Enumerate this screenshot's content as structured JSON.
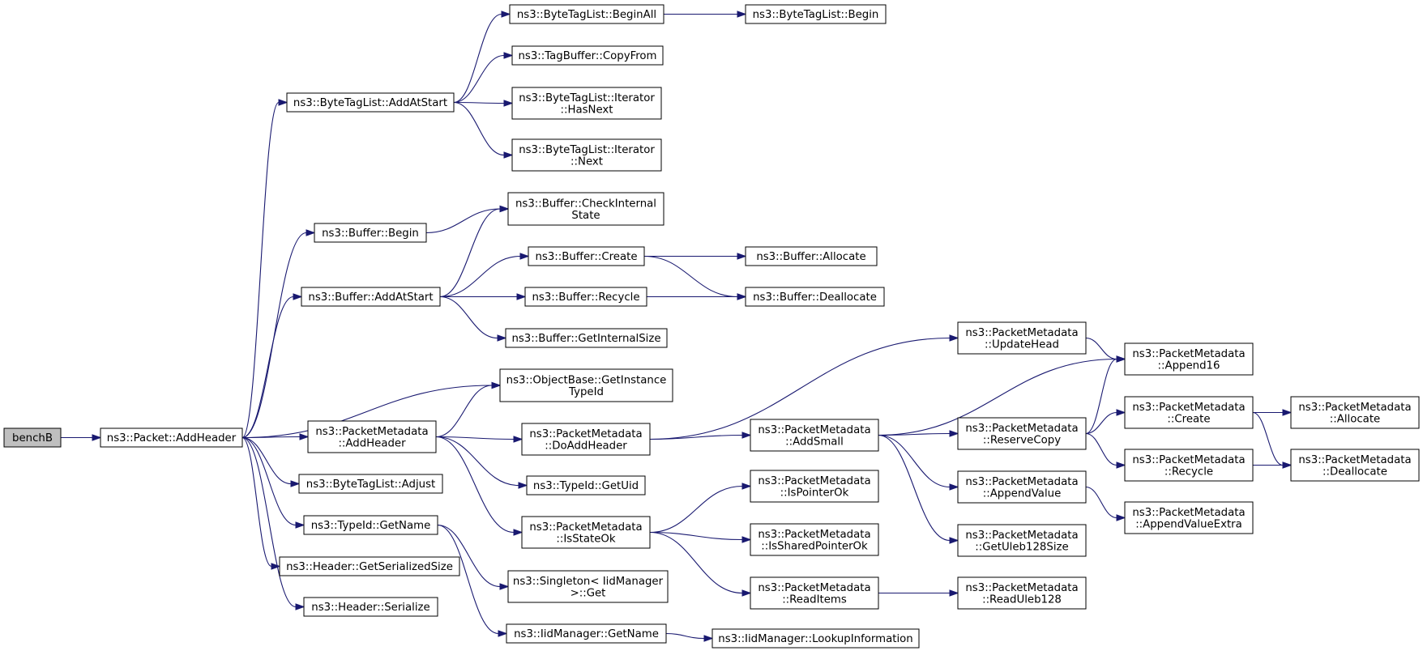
{
  "graph": {
    "colors": {
      "edge": "#191970",
      "node_fill": "#ffffff",
      "root_fill": "#bfbfbf",
      "border": "#000000"
    },
    "nodes": [
      {
        "id": "benchB",
        "lines": [
          "benchB"
        ],
        "root": true
      },
      {
        "id": "packet_addheader",
        "lines": [
          "ns3::Packet::AddHeader"
        ]
      },
      {
        "id": "btl_addatstart",
        "lines": [
          "ns3::ByteTagList::AddAtStart"
        ]
      },
      {
        "id": "btl_beginall",
        "lines": [
          "ns3::ByteTagList::BeginAll"
        ]
      },
      {
        "id": "btl_begin",
        "lines": [
          "ns3::ByteTagList::Begin"
        ]
      },
      {
        "id": "tagbuffer_copyfrom",
        "lines": [
          "ns3::TagBuffer::CopyFrom"
        ]
      },
      {
        "id": "btl_iter_hasnext",
        "lines": [
          "ns3::ByteTagList::Iterator",
          "::HasNext"
        ]
      },
      {
        "id": "btl_iter_next",
        "lines": [
          "ns3::ByteTagList::Iterator",
          "::Next"
        ]
      },
      {
        "id": "buffer_begin",
        "lines": [
          "ns3::Buffer::Begin"
        ]
      },
      {
        "id": "buffer_checkinternal",
        "lines": [
          "ns3::Buffer::CheckInternal",
          "State"
        ]
      },
      {
        "id": "buffer_addatstart",
        "lines": [
          "ns3::Buffer::AddAtStart"
        ]
      },
      {
        "id": "buffer_create",
        "lines": [
          "ns3::Buffer::Create"
        ]
      },
      {
        "id": "buffer_allocate",
        "lines": [
          "ns3::Buffer::Allocate"
        ]
      },
      {
        "id": "buffer_recycle",
        "lines": [
          "ns3::Buffer::Recycle"
        ]
      },
      {
        "id": "buffer_deallocate",
        "lines": [
          "ns3::Buffer::Deallocate"
        ]
      },
      {
        "id": "buffer_getinternalsize",
        "lines": [
          "ns3::Buffer::GetInternalSize"
        ]
      },
      {
        "id": "objectbase_getinstancetypeid",
        "lines": [
          "ns3::ObjectBase::GetInstance",
          "TypeId"
        ]
      },
      {
        "id": "pm_addheader",
        "lines": [
          "ns3::PacketMetadata",
          "::AddHeader"
        ]
      },
      {
        "id": "pm_doaddheader",
        "lines": [
          "ns3::PacketMetadata",
          "::DoAddHeader"
        ]
      },
      {
        "id": "pm_updatehead",
        "lines": [
          "ns3::PacketMetadata",
          "::UpdateHead"
        ]
      },
      {
        "id": "pm_append16",
        "lines": [
          "ns3::PacketMetadata",
          "::Append16"
        ]
      },
      {
        "id": "pm_addsmall",
        "lines": [
          "ns3::PacketMetadata",
          "::AddSmall"
        ]
      },
      {
        "id": "pm_reservecopy",
        "lines": [
          "ns3::PacketMetadata",
          "::ReserveCopy"
        ]
      },
      {
        "id": "pm_create",
        "lines": [
          "ns3::PacketMetadata",
          "::Create"
        ]
      },
      {
        "id": "pm_allocate",
        "lines": [
          "ns3::PacketMetadata",
          "::Allocate"
        ]
      },
      {
        "id": "pm_recycle",
        "lines": [
          "ns3::PacketMetadata",
          "::Recycle"
        ]
      },
      {
        "id": "pm_deallocate",
        "lines": [
          "ns3::PacketMetadata",
          "::Deallocate"
        ]
      },
      {
        "id": "pm_appendvalue",
        "lines": [
          "ns3::PacketMetadata",
          "::AppendValue"
        ]
      },
      {
        "id": "pm_appendvalueextra",
        "lines": [
          "ns3::PacketMetadata",
          "::AppendValueExtra"
        ]
      },
      {
        "id": "pm_getuleb128size",
        "lines": [
          "ns3::PacketMetadata",
          "::GetUleb128Size"
        ]
      },
      {
        "id": "btl_adjust",
        "lines": [
          "ns3::ByteTagList::Adjust"
        ]
      },
      {
        "id": "typeid_getuid",
        "lines": [
          "ns3::TypeId::GetUid"
        ]
      },
      {
        "id": "typeid_getname",
        "lines": [
          "ns3::TypeId::GetName"
        ]
      },
      {
        "id": "pm_isstateok",
        "lines": [
          "ns3::PacketMetadata",
          "::IsStateOk"
        ]
      },
      {
        "id": "pm_ispointerok",
        "lines": [
          "ns3::PacketMetadata",
          "::IsPointerOk"
        ]
      },
      {
        "id": "pm_issharedpointerok",
        "lines": [
          "ns3::PacketMetadata",
          "::IsSharedPointerOk"
        ]
      },
      {
        "id": "pm_readitems",
        "lines": [
          "ns3::PacketMetadata",
          "::ReadItems"
        ]
      },
      {
        "id": "pm_readuleb128",
        "lines": [
          "ns3::PacketMetadata",
          "::ReadUleb128"
        ]
      },
      {
        "id": "header_getserializedsize",
        "lines": [
          "ns3::Header::GetSerializedSize"
        ]
      },
      {
        "id": "singleton_get",
        "lines": [
          "ns3::Singleton< IidManager",
          " >::Get"
        ]
      },
      {
        "id": "header_serialize",
        "lines": [
          "ns3::Header::Serialize"
        ]
      },
      {
        "id": "iidmanager_getname",
        "lines": [
          "ns3::IidManager::GetName"
        ]
      },
      {
        "id": "iidmanager_lookupinformation",
        "lines": [
          "ns3::IidManager::LookupInformation"
        ]
      }
    ],
    "edges": [
      [
        "benchB",
        "packet_addheader"
      ],
      [
        "packet_addheader",
        "btl_addatstart"
      ],
      [
        "packet_addheader",
        "buffer_begin"
      ],
      [
        "packet_addheader",
        "buffer_addatstart"
      ],
      [
        "packet_addheader",
        "objectbase_getinstancetypeid"
      ],
      [
        "packet_addheader",
        "pm_addheader"
      ],
      [
        "packet_addheader",
        "btl_adjust"
      ],
      [
        "packet_addheader",
        "typeid_getname"
      ],
      [
        "packet_addheader",
        "header_getserializedsize"
      ],
      [
        "packet_addheader",
        "header_serialize"
      ],
      [
        "btl_addatstart",
        "btl_beginall"
      ],
      [
        "btl_addatstart",
        "tagbuffer_copyfrom"
      ],
      [
        "btl_addatstart",
        "btl_iter_hasnext"
      ],
      [
        "btl_addatstart",
        "btl_iter_next"
      ],
      [
        "btl_beginall",
        "btl_begin"
      ],
      [
        "buffer_begin",
        "buffer_checkinternal"
      ],
      [
        "buffer_addatstart",
        "buffer_checkinternal"
      ],
      [
        "buffer_addatstart",
        "buffer_create"
      ],
      [
        "buffer_addatstart",
        "buffer_recycle"
      ],
      [
        "buffer_addatstart",
        "buffer_getinternalsize"
      ],
      [
        "buffer_create",
        "buffer_allocate"
      ],
      [
        "buffer_create",
        "buffer_deallocate"
      ],
      [
        "buffer_recycle",
        "buffer_deallocate"
      ],
      [
        "pm_addheader",
        "objectbase_getinstancetypeid"
      ],
      [
        "pm_addheader",
        "pm_doaddheader"
      ],
      [
        "pm_addheader",
        "typeid_getuid"
      ],
      [
        "pm_addheader",
        "pm_isstateok"
      ],
      [
        "pm_doaddheader",
        "pm_updatehead"
      ],
      [
        "pm_doaddheader",
        "pm_addsmall"
      ],
      [
        "pm_updatehead",
        "pm_append16"
      ],
      [
        "pm_addsmall",
        "pm_append16"
      ],
      [
        "pm_addsmall",
        "pm_reservecopy"
      ],
      [
        "pm_addsmall",
        "pm_appendvalue"
      ],
      [
        "pm_addsmall",
        "pm_getuleb128size"
      ],
      [
        "pm_reservecopy",
        "pm_append16"
      ],
      [
        "pm_reservecopy",
        "pm_create"
      ],
      [
        "pm_reservecopy",
        "pm_recycle"
      ],
      [
        "pm_create",
        "pm_allocate"
      ],
      [
        "pm_create",
        "pm_deallocate"
      ],
      [
        "pm_recycle",
        "pm_deallocate"
      ],
      [
        "pm_appendvalue",
        "pm_appendvalueextra"
      ],
      [
        "pm_isstateok",
        "pm_ispointerok"
      ],
      [
        "pm_isstateok",
        "pm_issharedpointerok"
      ],
      [
        "pm_isstateok",
        "pm_readitems"
      ],
      [
        "pm_readitems",
        "pm_readuleb128"
      ],
      [
        "typeid_getname",
        "singleton_get"
      ],
      [
        "typeid_getname",
        "iidmanager_getname"
      ],
      [
        "iidmanager_getname",
        "iidmanager_lookupinformation"
      ]
    ]
  }
}
